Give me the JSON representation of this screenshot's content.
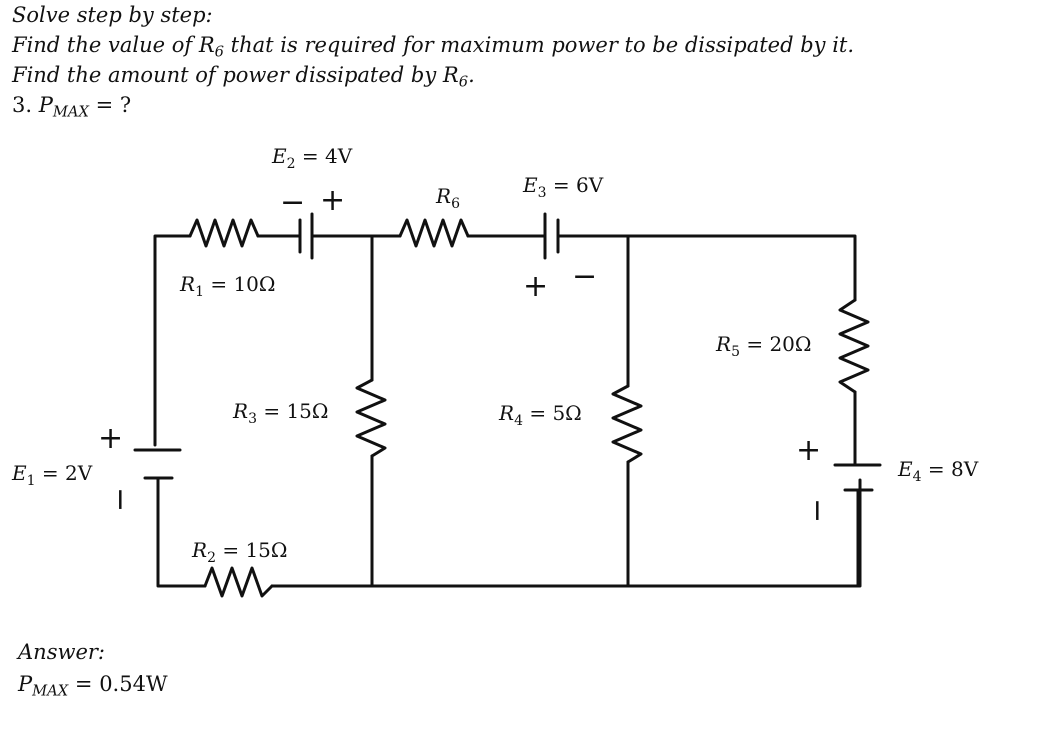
{
  "problem": {
    "heading": "Solve step by step:",
    "q1_pre": "Find the value of R",
    "q1_sub": "6",
    "q1_post": " that is required for maximum power to be dissipated by it.",
    "q2_pre": "Find the amount of power dissipated by R",
    "q2_sub": "6",
    "q2_post": ".",
    "q3_num": "3. ",
    "q3_var": "P",
    "q3_sub": "MAX",
    "q3_post": " = ?"
  },
  "circuit": {
    "e2": {
      "name": "E",
      "sub": "2",
      "value": " = 4V"
    },
    "e3": {
      "name": "E",
      "sub": "3",
      "value": " = 6V"
    },
    "r6": {
      "name": "R",
      "sub": "6"
    },
    "r1": {
      "name": "R",
      "sub": "1",
      "value": " = 10Ω"
    },
    "r5": {
      "name": "R",
      "sub": "5",
      "value": " = 20Ω"
    },
    "r3": {
      "name": "R",
      "sub": "3",
      "value": " = 15Ω"
    },
    "r4": {
      "name": "R",
      "sub": "4",
      "value": " = 5Ω"
    },
    "e1": {
      "name": "E",
      "sub": "1",
      "value": " = 2V"
    },
    "e4": {
      "name": "E",
      "sub": "4",
      "value": " = 8V"
    },
    "r2": {
      "name": "R",
      "sub": "2",
      "value": " = 15Ω"
    },
    "plus": "+",
    "minus": "−"
  },
  "answer": {
    "label": "Answer:",
    "var": "P",
    "sub": "MAX",
    "value": " =  0.54W"
  }
}
